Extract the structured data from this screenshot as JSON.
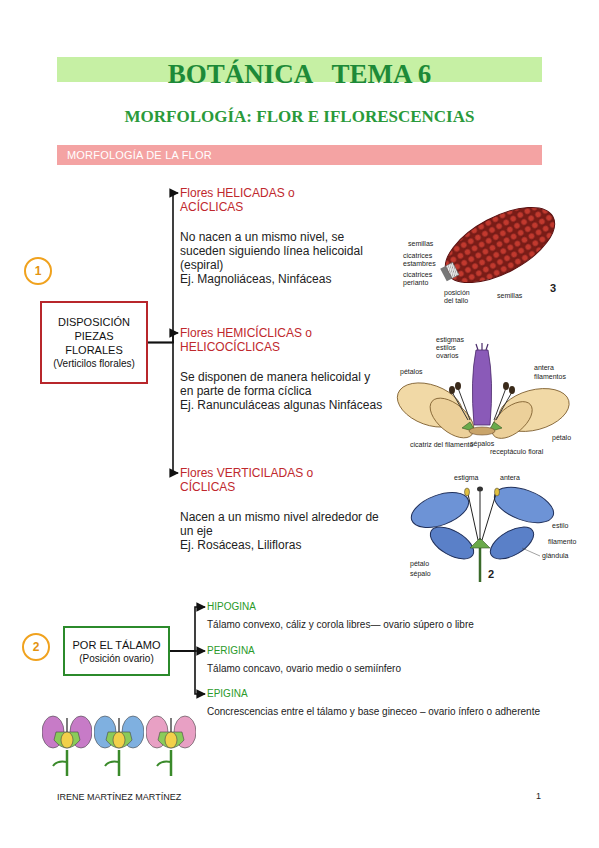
{
  "diagram": {
    "title": "BOTÁNICA   TEMA 6",
    "nodes": [
      {
        "text": [
          "MORFOLOGÍA DE LA FLOR"
        ]
      },
      {
        "text": [
          "1"
        ]
      },
      {
        "text": [
          "DISPOSICIÓN PIEZAS FLORALES",
          "(Verticilos florales)"
        ]
      },
      {
        "text": [
          "Flores HELICADAS o ACÍCLICAS",
          "No nacen a un mismo nivel, se suceden siguiendo línea helicoidal (espiral)",
          "Ej. Magnoliáceas, Ninfáceas"
        ]
      },
      {
        "text": [
          "Flores HEMICÍCLICAS o HELICOCÍCLICAS",
          "Se disponen de manera helicoidal y en parte de forma cíclica",
          "Ej. Ranunculáceas algunas Ninfáceas"
        ]
      },
      {
        "text": [
          "Flores VERTICILADAS o CÍCLICAS",
          "Nacen a un mismo nivel alrededor de un eje",
          "Ej. Rosáceas, Lilifloras"
        ]
      },
      {
        "text": [
          "2"
        ]
      },
      {
        "text": [
          "POR EL TÁLAMO",
          "(Posición ovario)"
        ]
      },
      {
        "text": [
          "HIPOGINA",
          "Tálamo convexo, cáliz y corola libres— ovario súpero o libre"
        ]
      },
      {
        "text": [
          "PERIGINA",
          "Tálamo concavo, ovario medio o semiínfero"
        ]
      },
      {
        "text": [
          "EPIGINA",
          "Concrescencias entre el tálamo y base gineceo – ovario ínfero o adherente"
        ]
      }
    ],
    "edges": [
      {
        "from": 2,
        "to": 3,
        "arrow": "to"
      },
      {
        "from": 2,
        "to": 4,
        "arrow": "to"
      },
      {
        "from": 2,
        "to": 5,
        "arrow": "to"
      },
      {
        "from": 7,
        "to": 8,
        "arrow": "to"
      },
      {
        "from": 7,
        "to": 9,
        "arrow": "to"
      },
      {
        "from": 7,
        "to": 10,
        "arrow": "to"
      }
    ],
    "labels": [
      "MORFOLOGÍA: FLOR E IFLORESCENCIAS",
      "semillas",
      "cicatrices estambres",
      "cicatrices perianto",
      "posición del tallo",
      "semillas",
      "3",
      "estigmas",
      "estilos",
      "ovarios",
      "pétalos",
      "antera",
      "filamentos",
      "pétalo",
      "cicatriz del filamento",
      "sépalos",
      "receptáculo floral",
      "estigma",
      "antera",
      "estilo",
      "filamento",
      "glándula",
      "pétalo",
      "sépalo",
      "2",
      "IRENE MARTÍNEZ MARTÍNEZ",
      "1"
    ]
  }
}
